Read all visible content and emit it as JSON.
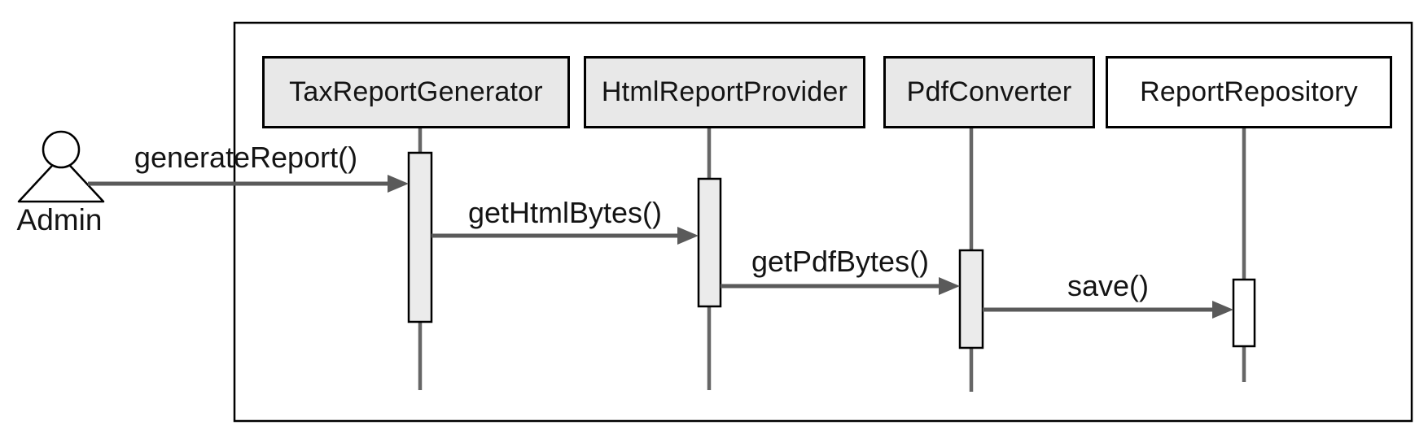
{
  "diagram": {
    "kind": "uml-sequence-diagram",
    "colors": {
      "header_fill": "#e8e8e8",
      "repository_header_fill": "#ffffff",
      "border": "#000000",
      "lifeline": "#666666",
      "arrow": "#5a5a5a",
      "activation_fill": "#ebebeb",
      "text": "#141414",
      "background": "#ffffff"
    },
    "icons": {
      "actor": "stick-figure",
      "arrowhead": "filled-triangle"
    },
    "actor": {
      "name": "Admin"
    },
    "lifelines": [
      {
        "label": "TaxReportGenerator"
      },
      {
        "label": "HtmlReportProvider"
      },
      {
        "label": "PdfConverter"
      },
      {
        "label": "ReportRepository"
      }
    ],
    "messages": [
      {
        "label": "generateReport()",
        "from": "Admin",
        "to": "TaxReportGenerator"
      },
      {
        "label": "getHtmlBytes()",
        "from": "TaxReportGenerator",
        "to": "HtmlReportProvider"
      },
      {
        "label": "getPdfBytes()",
        "from": "HtmlReportProvider",
        "to": "PdfConverter"
      },
      {
        "label": "save()",
        "from": "PdfConverter",
        "to": "ReportRepository"
      }
    ]
  }
}
